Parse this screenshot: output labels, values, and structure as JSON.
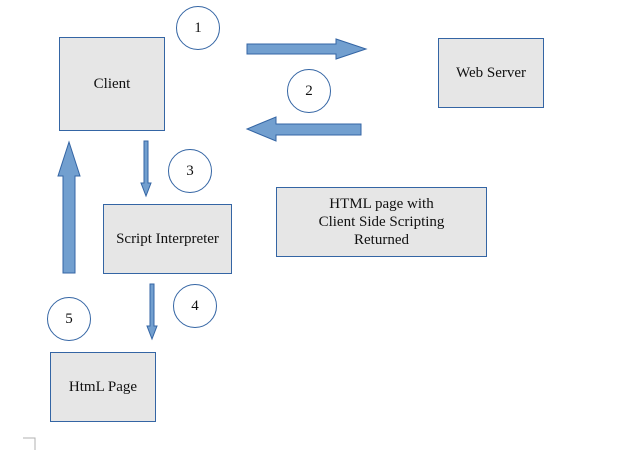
{
  "colors": {
    "box_fill": "#e6e6e6",
    "box_border": "#3465a4",
    "arrow_fill": "#729fcf",
    "arrow_stroke": "#3465a4"
  },
  "boxes": {
    "client": "Client",
    "web_server": "Web Server",
    "script_interpreter": "Script Interpreter",
    "html_page": "HtmL Page",
    "returned_note": {
      "line1": "HTML page with",
      "line2": "Client Side Scripting",
      "line3": "Returned"
    }
  },
  "steps": [
    "1",
    "2",
    "3",
    "4",
    "5"
  ]
}
